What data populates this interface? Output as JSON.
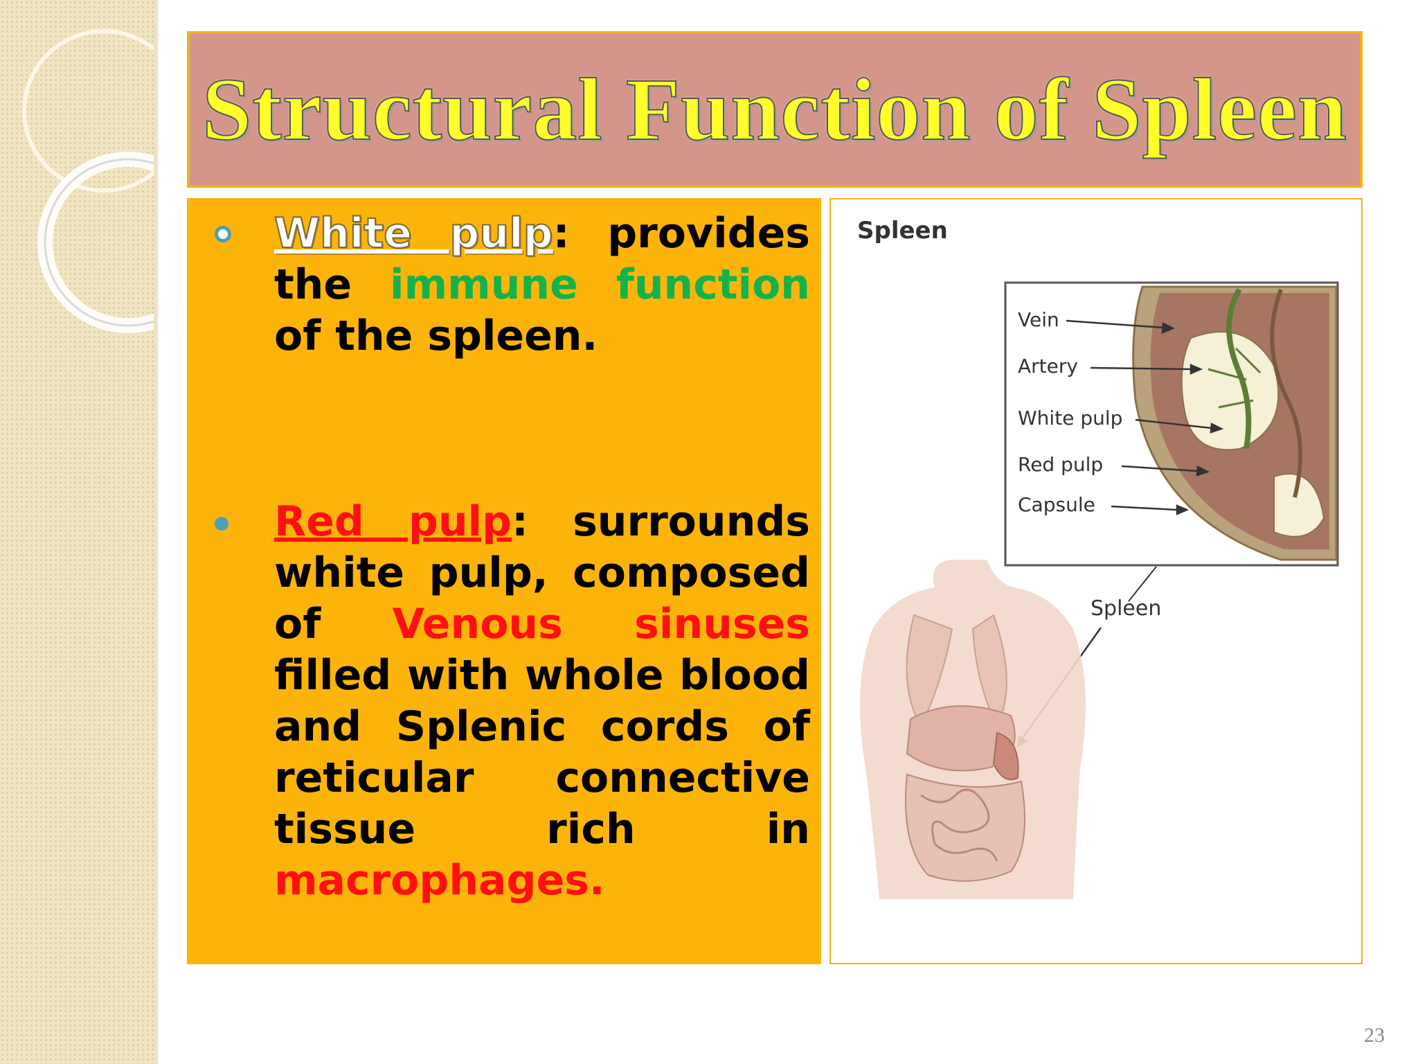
{
  "slide": {
    "title": "Structural Function of Spleen",
    "page_number": "23"
  },
  "bullets": [
    {
      "term": "White pulp",
      "after_term": ": provides the ",
      "highlight": "immune function",
      "after_highlight": " of the spleen."
    },
    {
      "term": "Red pulp",
      "after_term": ": surrounds white pulp, composed of ",
      "highlight": "Venous sinuses",
      "after_highlight": " filled with whole blood and Splenic cords of reticular connective tissue rich in ",
      "highlight2": "macrophages."
    }
  ],
  "figure": {
    "title": "Spleen",
    "labels": {
      "vein": "Vein",
      "artery": "Artery",
      "white_pulp": "White pulp",
      "red_pulp": "Red pulp",
      "capsule": "Capsule",
      "spleen": "Spleen"
    }
  },
  "colors": {
    "title_bg": "#d4968a",
    "title_text": "#ffff2a",
    "content_bg": "#fdb40a",
    "accent_border": "#f1b21a",
    "green_text": "#14b24b",
    "red_text": "#ff0f0f",
    "bullet": "#4aa0b7"
  }
}
